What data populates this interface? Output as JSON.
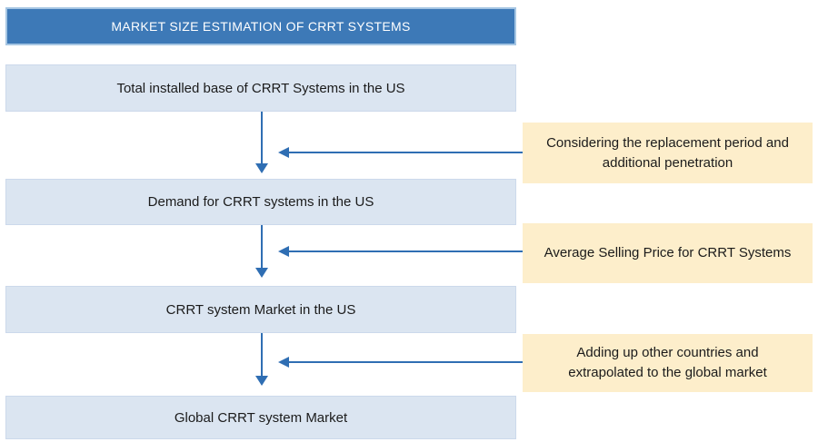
{
  "diagram": {
    "title": "MARKET SIZE ESTIMATION OF CRRT SYSTEMS",
    "flow_boxes": [
      {
        "label": "Total installed base of CRRT Systems in the US"
      },
      {
        "label": "Demand for CRRT systems in the US"
      },
      {
        "label": "CRRT system Market in the US"
      },
      {
        "label": "Global CRRT system Market"
      }
    ],
    "annotations": [
      {
        "label": "Considering the replacement period and additional penetration"
      },
      {
        "label": "Average Selling Price for CRRT Systems"
      },
      {
        "label": "Adding up other countries and extrapolated to the global market"
      }
    ],
    "colors": {
      "header_fill": "#3d79b7",
      "header_border": "#a6c6e3",
      "header_text": "#ffffff",
      "flow_fill": "#dbe5f1",
      "flow_border": "#ccd9eb",
      "annotation_fill": "#fdeecb",
      "arrow": "#2f6eb3",
      "text": "#1b1b1b"
    }
  }
}
